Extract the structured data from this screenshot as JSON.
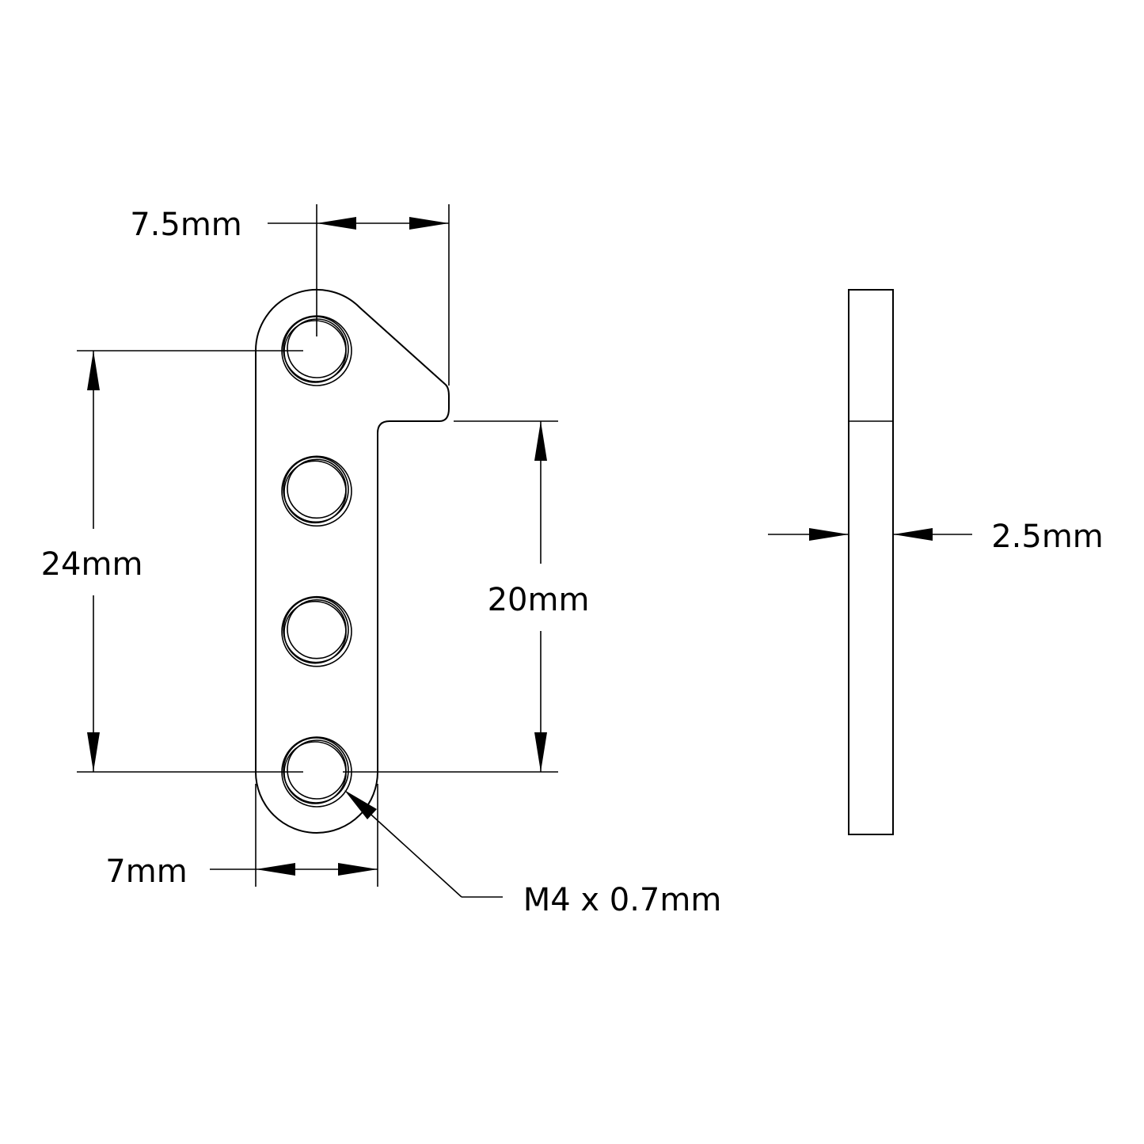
{
  "drawing": {
    "dimensions": {
      "hole_offset": "7.5mm",
      "hole_span": "24mm",
      "step_height": "20mm",
      "width": "7mm",
      "thickness": "2.5mm",
      "thread": "M4 x 0.7mm"
    },
    "hole_count": 4
  }
}
